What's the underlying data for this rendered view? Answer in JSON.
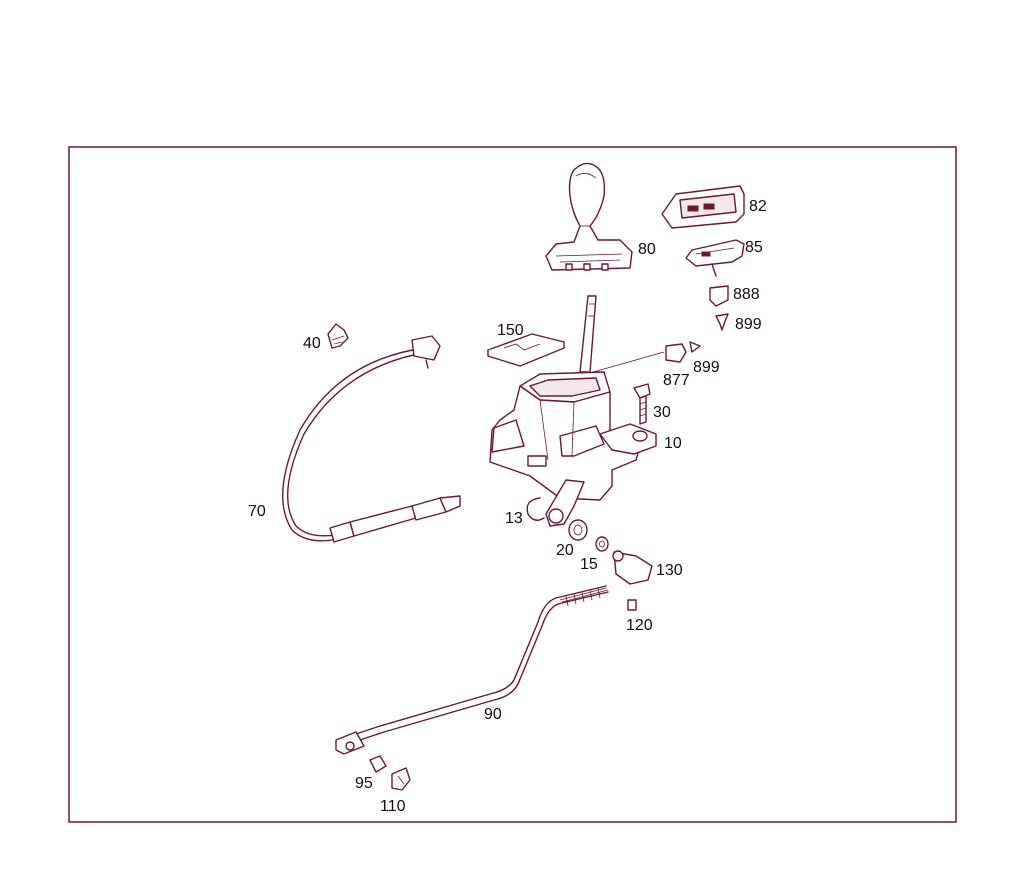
{
  "diagram": {
    "frame_color": "#6b1a2a",
    "callouts": {
      "p82": "82",
      "p80": "80",
      "p85": "85",
      "p888": "888",
      "p899a": "899",
      "p40": "40",
      "p150": "150",
      "p877": "877",
      "p899b": "899",
      "p30": "30",
      "p10": "10",
      "p70": "70",
      "p13": "13",
      "p20": "20",
      "p15": "15",
      "p130": "130",
      "p120": "120",
      "p90": "90",
      "p95": "95",
      "p110": "110"
    }
  }
}
